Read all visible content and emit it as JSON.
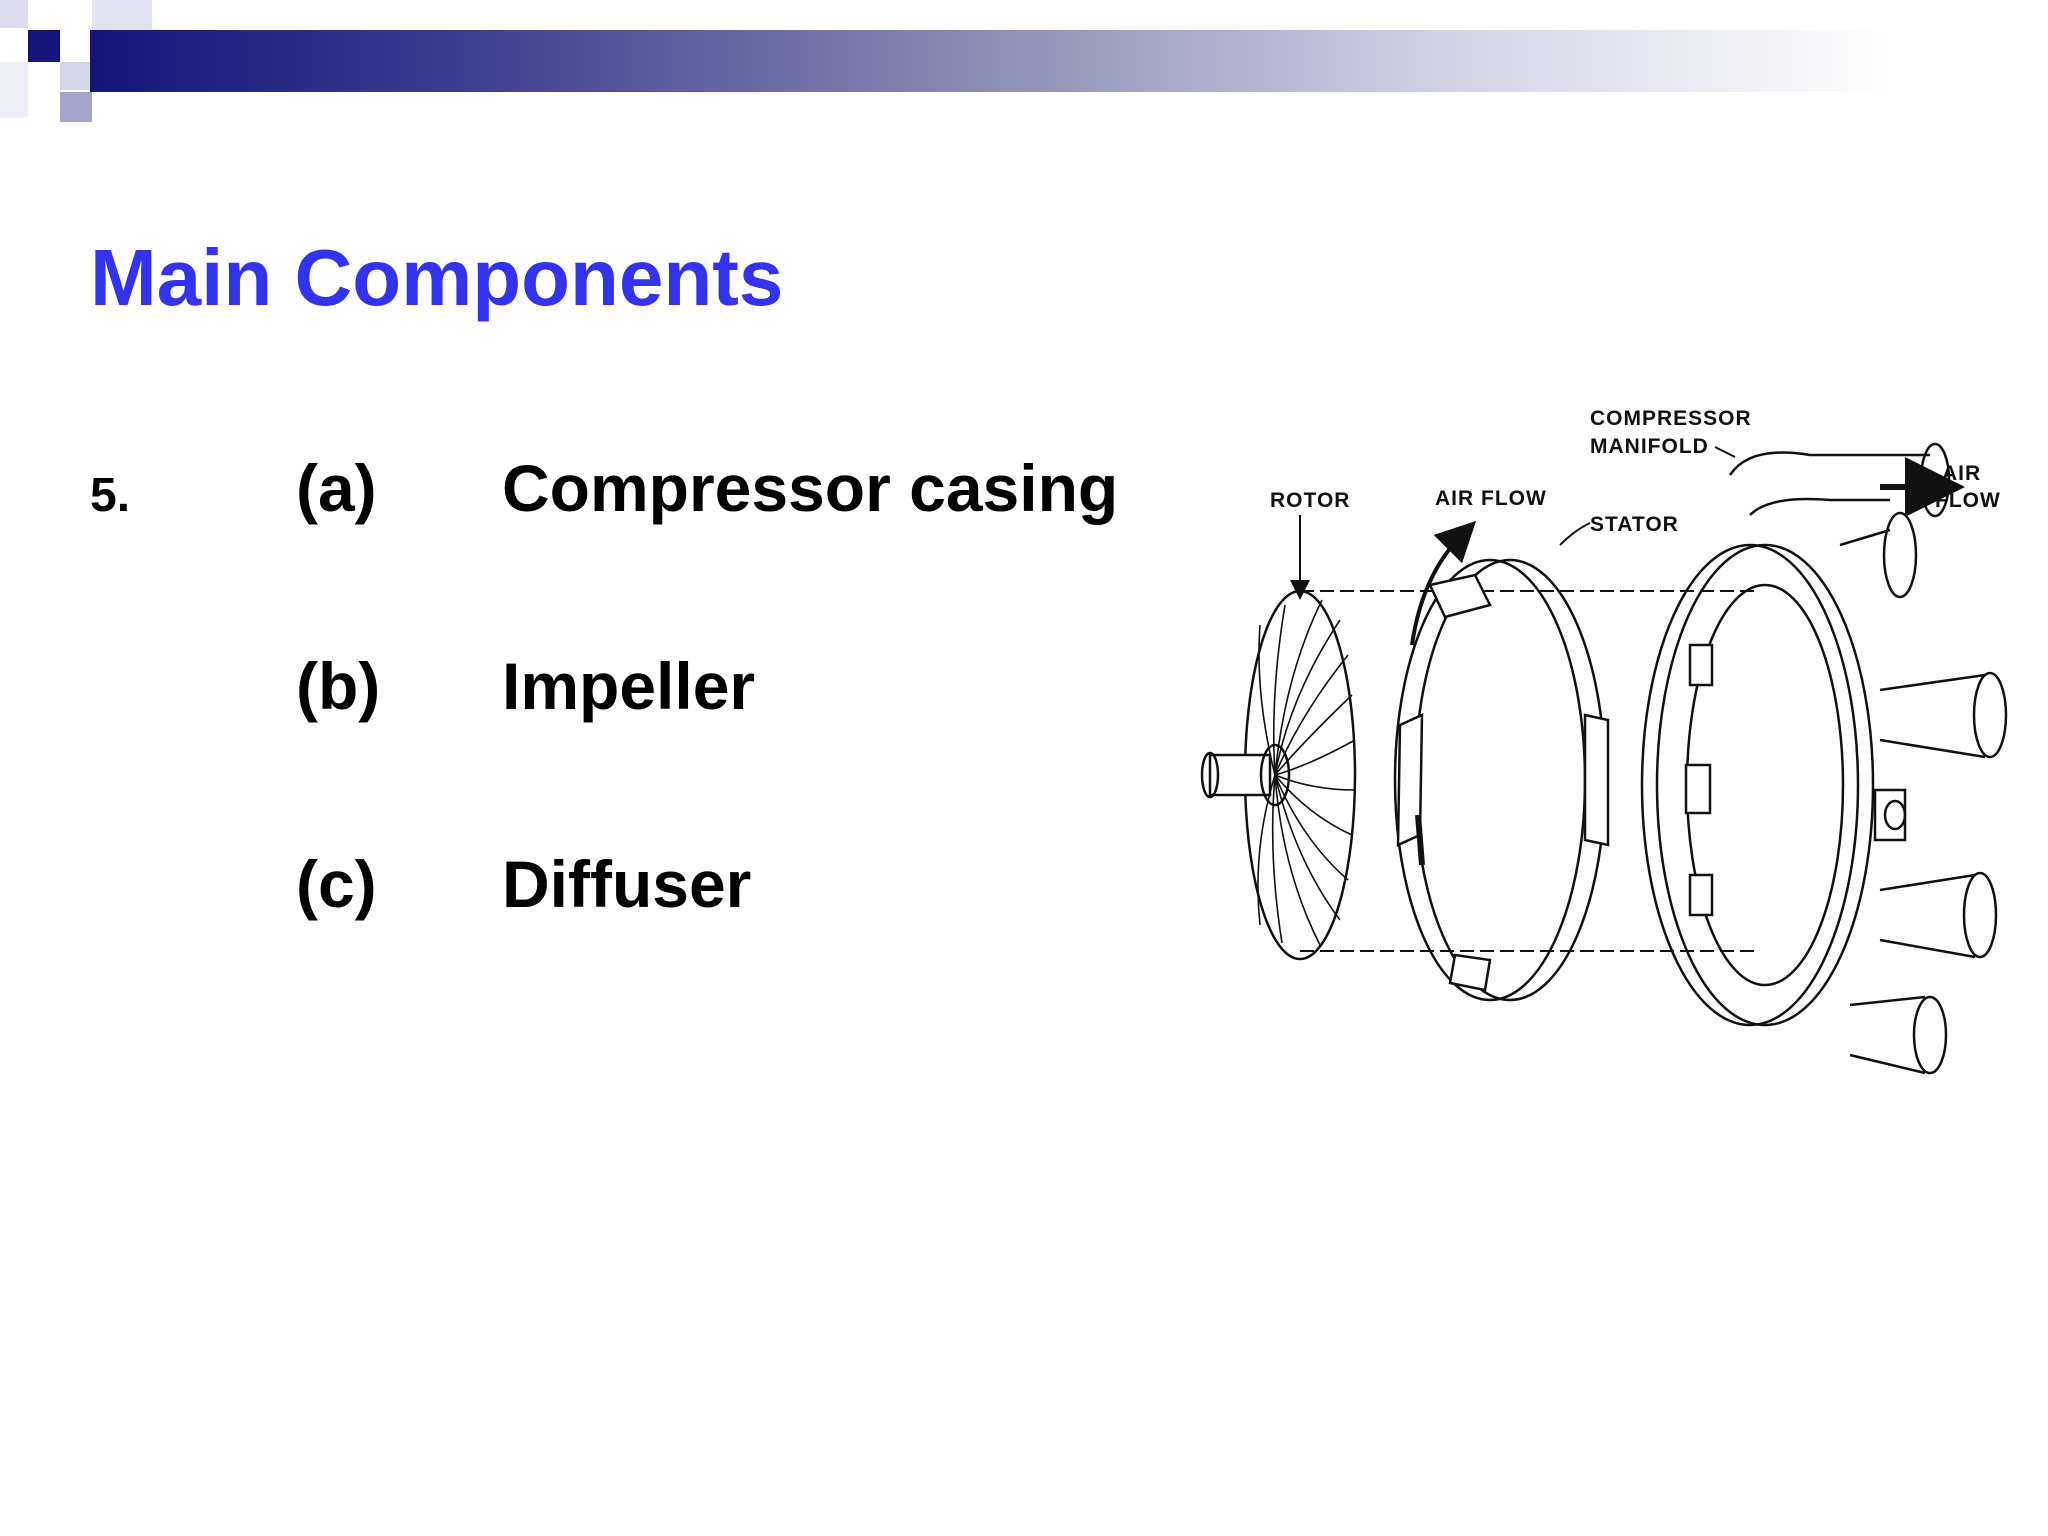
{
  "slide": {
    "title": "Main Components",
    "item_number": "5.",
    "items": [
      {
        "letter": "(a)",
        "text": "Compressor casing"
      },
      {
        "letter": "(b)",
        "text": "Impeller"
      },
      {
        "letter": "(c)",
        "text": "Diffuser"
      }
    ]
  },
  "diagram": {
    "labels": {
      "rotor": "ROTOR",
      "air_flow": "AIR FLOW",
      "stator": "STATOR",
      "compressor_manifold_line1": "COMPRESSOR",
      "compressor_manifold_line2": "MANIFOLD",
      "air_flow_out_line1": "AIR",
      "air_flow_out_line2": "FLOW"
    }
  },
  "colors": {
    "title": "#3333ee",
    "header_dark": "#14147a"
  }
}
